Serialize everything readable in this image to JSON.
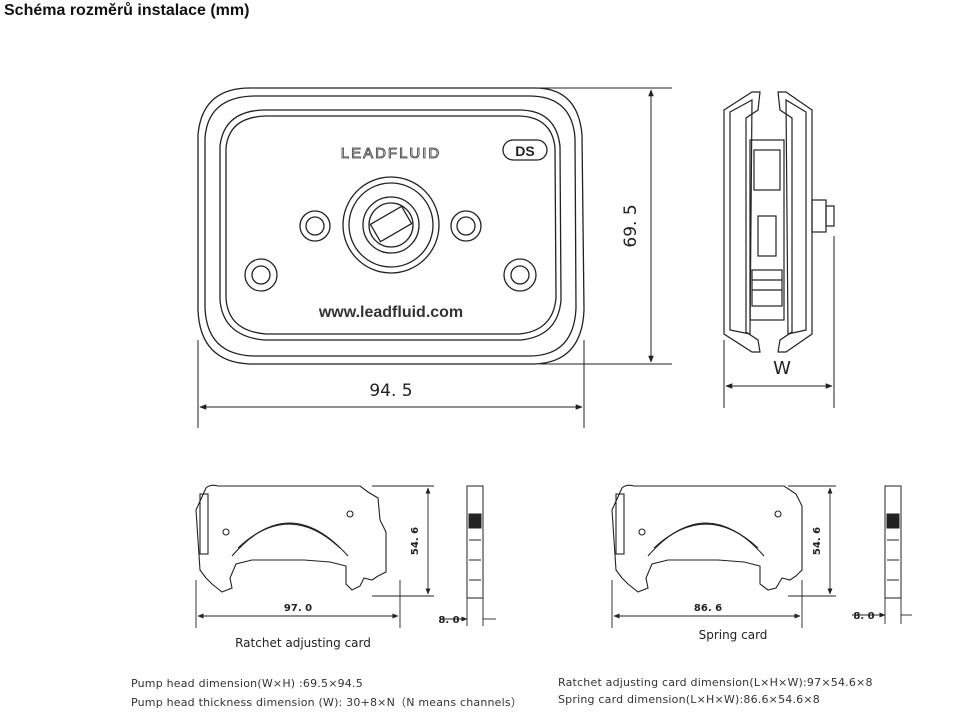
{
  "title": "Schéma rozměrů instalace (mm)",
  "pump_head": {
    "brand": "LEADFLUID",
    "model_badge": "DS",
    "website": "www.leadfluid.com",
    "dim_width": "94. 5",
    "dim_height": "69. 5",
    "dim_thickness": "W"
  },
  "ratchet_card": {
    "caption": "Ratchet adjusting card",
    "dim_length": "97. 0",
    "dim_height": "54. 6",
    "dim_width": "8. 0"
  },
  "spring_card": {
    "caption": "Spring card",
    "dim_length": "86. 6",
    "dim_height": "54. 6",
    "dim_width": "8. 0"
  },
  "notes": {
    "pump_head_dimension": "Pump head dimension(W×H) :69.5×94.5",
    "pump_head_thickness": "Pump head thickness dimension (W): 30+8×N（N means channels）",
    "ratchet_card_dimension": "Ratchet adjusting card dimension(L×H×W):97×54.6×8",
    "spring_card_dimension": "Spring card dimension(L×H×W):86.6×54.6×8"
  }
}
